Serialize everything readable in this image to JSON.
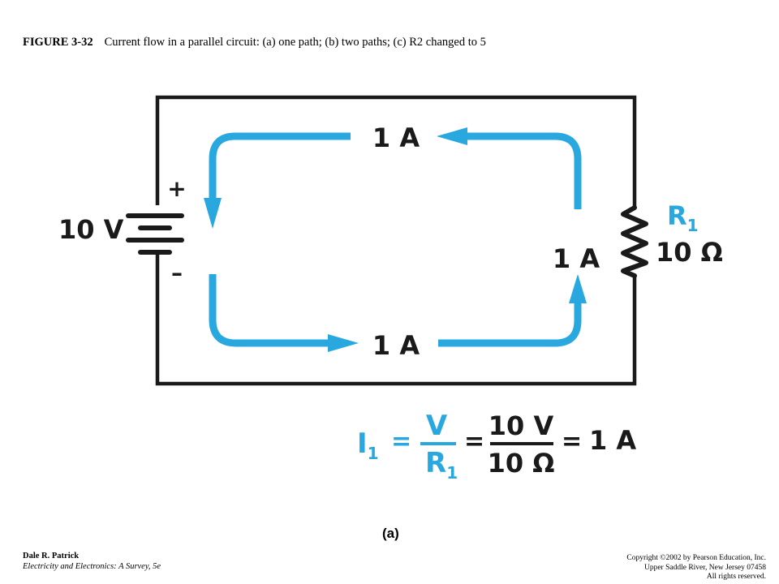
{
  "figure": {
    "number": "FIGURE 3-32",
    "caption": "Current flow in a parallel  circuit: (a) one path; (b) two paths; (c) R2 changed to 5"
  },
  "circuit": {
    "battery_voltage": "10 V",
    "plus_sign": "+",
    "minus_sign": "–",
    "resistor_name": "R",
    "resistor_subscript": "1",
    "resistor_value": "10 Ω",
    "current_top": "1 A",
    "current_right": "1 A",
    "current_bottom": "1 A"
  },
  "equation": {
    "lhs": "I",
    "lhs_sub": "1",
    "eq1": "=",
    "num1": "V",
    "den1": "R",
    "den1_sub": "1",
    "eq2": "=",
    "num2": "10 V",
    "den2": "10 Ω",
    "eq3": "=",
    "result": "1 A"
  },
  "sublabel": "(a)",
  "footer": {
    "author": "Dale R. Patrick",
    "book": "Electricity and Electronics:  A Survey, 5e",
    "copyright_1": "Copyright ©2002 by Pearson Education, Inc.",
    "copyright_2": "Upper Saddle River, New Jersey 07458",
    "copyright_3": "All rights reserved."
  },
  "colors": {
    "wire": "#1a1a1a",
    "current": "#29a8e0"
  }
}
